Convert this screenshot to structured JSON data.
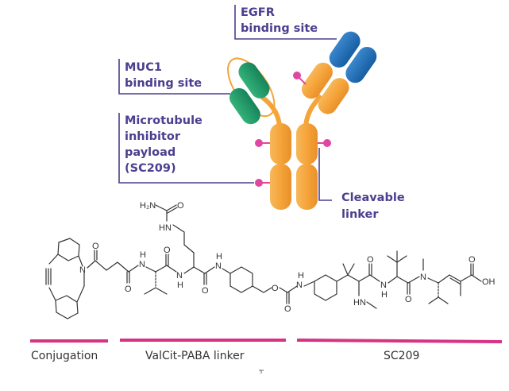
{
  "figure": {
    "antibody": {
      "labels": {
        "egfr": [
          "EGFR",
          "binding site"
        ],
        "muc1": [
          "MUC1",
          "binding site"
        ],
        "payload": [
          "Microtubule",
          "inhibitor",
          "payload",
          "(SC209)"
        ],
        "linker": [
          "Cleavable",
          "linker"
        ]
      },
      "colors": {
        "label_text": "#4b3f8f",
        "heavy_chain": "#f5a43a",
        "egfr_domain": "#1f6fb8",
        "muc1_domain": "#1e9a63",
        "payload_dot": "#e0479e",
        "leader_line": "#4b3f8f"
      }
    },
    "structure": {
      "atoms": {
        "urea_nh2": "H₂N",
        "o": "O",
        "hn": "HN",
        "n": "N",
        "h": "H",
        "nh": "NH",
        "oh": "OH"
      }
    },
    "segments": [
      {
        "label": "Conjugation",
        "color": "#d63384"
      },
      {
        "label": "ValCit-PABA linker",
        "color": "#d63384"
      },
      {
        "label": "SC209",
        "color": "#d63384"
      }
    ]
  }
}
